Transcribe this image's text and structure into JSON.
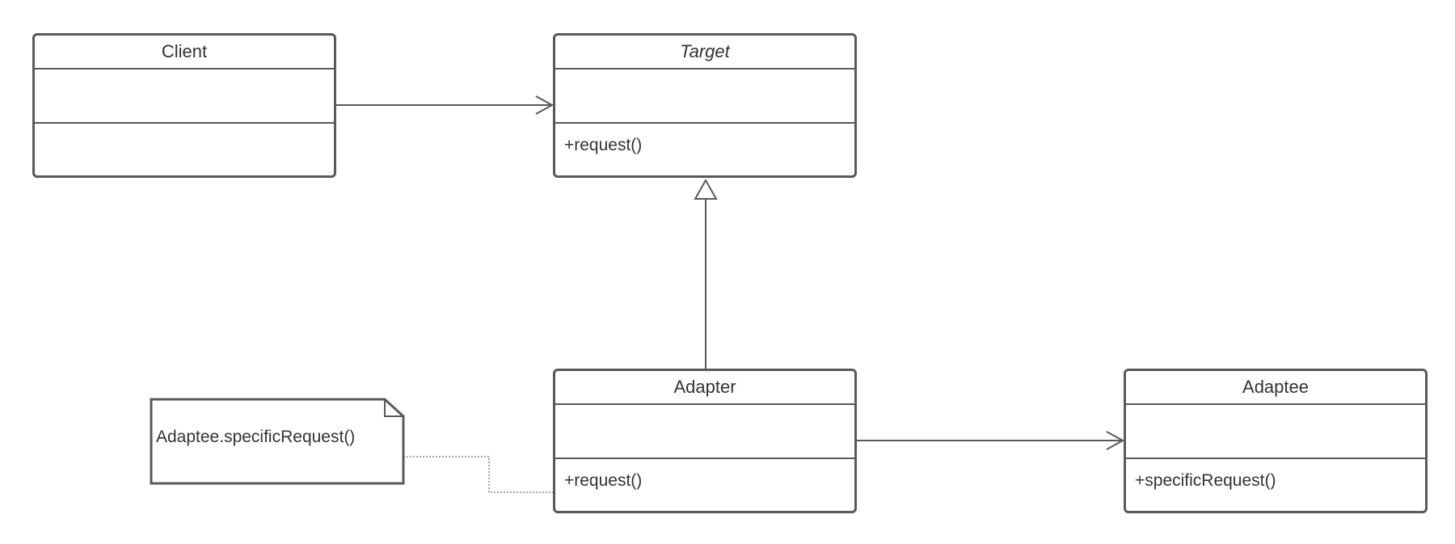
{
  "classes": {
    "client": {
      "name": "Client",
      "operation": ""
    },
    "target": {
      "name": "Target",
      "operation": "+request()"
    },
    "adapter": {
      "name": "Adapter",
      "operation": "+request()"
    },
    "adaptee": {
      "name": "Adaptee",
      "operation": "+specificRequest()"
    }
  },
  "note": {
    "text": "Adaptee.specificRequest()"
  },
  "colors": {
    "line": "#595959",
    "text": "#333333",
    "background": "#ffffff"
  }
}
